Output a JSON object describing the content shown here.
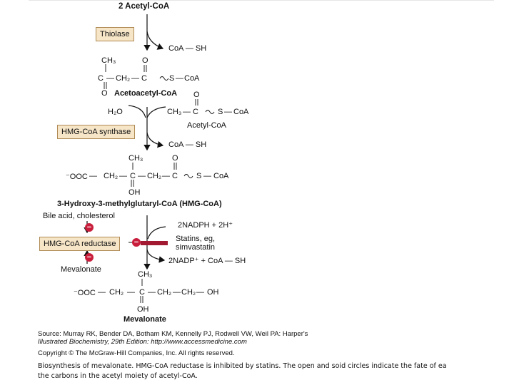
{
  "start": "2 Acetyl-CoA",
  "enzymes": {
    "thiolase": "Thiolase",
    "hmg_coa_synthase": "HMG-CoA synthase",
    "hmg_coa_reductase": "HMG-CoA reductase"
  },
  "byproducts": {
    "coa_sh_1": "CoA — SH",
    "coa_sh_2": "CoA — SH",
    "h2o": "H₂O",
    "acetyl_coa": "Acetyl-CoA",
    "nadph": "2NADPH + 2H⁺",
    "statins": "Statins, eg,",
    "simvastatin": "simvastatin",
    "nadp_out": "2NADP⁺ + CoA — SH"
  },
  "compounds": {
    "acetoacetyl_coa": "Acetoacetyl-CoA",
    "hmg_coa": "3-Hydroxy-3-methylglutaryl-CoA (HMG-CoA)",
    "mevalonate": "Mevalonate"
  },
  "regulation": {
    "bile_acid": "Bile acid, cholesterol",
    "mevalonate_feedback": "Mevalonate",
    "minus_sign": "−"
  },
  "structures": {
    "acetoacetyl": {
      "ch3": "CH₃",
      "c1": "C",
      "ch2": "CH₂",
      "c2": "C",
      "s": "S",
      "coa": "CoA",
      "o_top": "O",
      "o_bottom": "O",
      "dash": "—"
    },
    "acetyl": {
      "o_top": "O",
      "ch3": "CH₃",
      "c": "C",
      "s": "S",
      "coa": "CoA",
      "dash": "—"
    },
    "hmg": {
      "ch3": "CH₃",
      "o_top": "O",
      "cooh": "⁻OOC",
      "ch2a": "CH₂",
      "c": "C",
      "ch2b": "CH₂",
      "c2": "C",
      "s": "S",
      "coa": "CoA",
      "oh": "OH",
      "dash": "—"
    },
    "mev": {
      "ch3": "CH₃",
      "cooh": "⁻OOC",
      "ch2a": "CH₂",
      "c": "C",
      "ch2b": "CH₂",
      "ch2c": "CH₂",
      "oh_end": "OH",
      "oh": "OH",
      "dash": "—"
    }
  },
  "source": {
    "line1": "Source: Murray RK, Bender DA, Botham KM, Kennelly PJ, Rodwell VW, Weil PA: Harper's",
    "line2": "Illustrated Biochemistry, 29th Edition: http://www.accessmedicine.com",
    "copyright": "Copyright © The McGraw-Hill Companies, Inc. All rights reserved."
  },
  "caption": {
    "line1": "Biosynthesis of mevalonate. HMG-CoA reductase is inhibited by statins. The open and soid circles indicate the fate of ea",
    "line2": "the carbons in the acetyl moiety of acetyl-CoA."
  },
  "colors": {
    "enzyme_fill": "#f6e5c7",
    "enzyme_border": "#b08a55",
    "inhibit": "#c81e3c",
    "statin_bar": "#a11a32"
  }
}
